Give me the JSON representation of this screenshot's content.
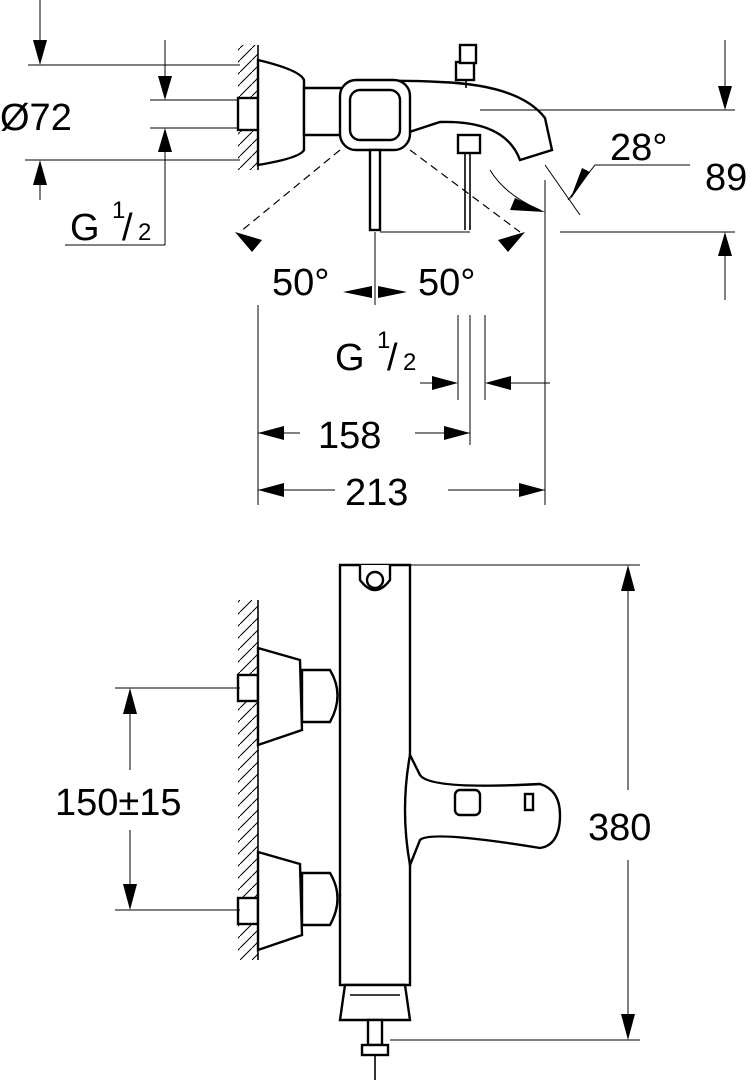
{
  "top_view": {
    "diameter_label": "Ø72",
    "thread_left": {
      "main": "G",
      "num": "1",
      "slash": "/",
      "den": "2"
    },
    "angle_spout": "28°",
    "height_89": "89",
    "angle_left": "50°",
    "angle_right": "50°",
    "thread_outlet": {
      "main": "G",
      "num": "1",
      "slash": "/",
      "den": "2"
    },
    "dim_158": "158",
    "dim_213": "213"
  },
  "side_view": {
    "centers_label": "150±15",
    "height_380": "380"
  }
}
